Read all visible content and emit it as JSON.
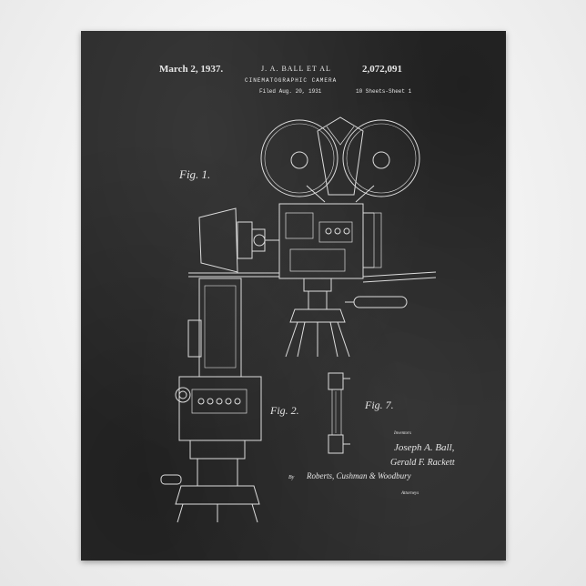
{
  "poster": {
    "date": "March 2, 1937.",
    "inventor_header": "J. A. BALL ET AL",
    "patent_number": "2,072,091",
    "title": "CINEMATOGRAPHIC CAMERA",
    "filed": "Filed Aug. 20, 1931",
    "sheets": "10 Sheets-Sheet 1",
    "fig1_label": "Fig. 1.",
    "fig2_label": "Fig. 2.",
    "fig7_label": "Fig. 7.",
    "inventors_label": "Inventors",
    "inventor_1": "Joseph A. Ball,",
    "inventor_2": "Gerald F. Rackett",
    "by_label": "By",
    "attorneys_signature": "Roberts, Cushman & Woodbury",
    "attorneys_label": "Attorneys"
  }
}
